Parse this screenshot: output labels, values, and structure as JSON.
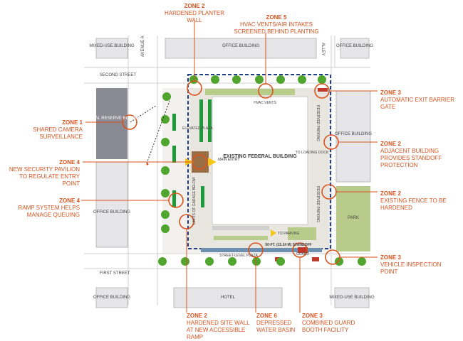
{
  "map": {
    "blocks": {
      "mixed_use_top_left": "MIXED-USE BUILDING",
      "office_top_center": "OFFICE BUILDING",
      "office_top_right": "OFFICE BUILDING",
      "federal_reserve": "FEDERAL RESERVE BUILDING",
      "office_left_lower": "OFFICE BUILDING",
      "office_right": "OFFICE BUILDING",
      "park": "PARK",
      "office_bottom_left": "OFFICE BUILDING",
      "hotel": "HOTEL",
      "mixed_use_bottom_right": "MIXED-USE BUILDING"
    },
    "streets": {
      "second_street": "SECOND STREET",
      "first_street": "FIRST STREET",
      "avenue_a": "AVENUE A",
      "alley": "ALLEY"
    },
    "site": {
      "building": "EXISTING FEDERAL BUILDING",
      "main_entry": "MAIN ENTRY",
      "elevated_plaza": "ELEVATED PLAZA",
      "hvac_vents": "HVAC VENTS",
      "loading_dock": "TO LOADING DOCK",
      "reserved_parking_1": "RESERVED PARKING",
      "reserved_parking_2": "RESERVED PARKING",
      "limits_of_garage": "LIMITS OF GARAGE BELOW",
      "to_parking": "TO PARKING",
      "standoff": "50-FT. (15.24 M) STANDOFF",
      "guard": "GUARD",
      "street_level_plaza": "STREET-LEVEL PLAZA"
    }
  },
  "callouts": [
    {
      "zone": "ZONE 2",
      "desc": "HARDENED PLANTER WALL"
    },
    {
      "zone": "ZONE 5",
      "desc": "HVAC VENTS/AIR INTAKES SCREENED BEHIND PLANTING"
    },
    {
      "zone": "ZONE 3",
      "desc": "AUTOMATIC EXIT BARRIER GATE"
    },
    {
      "zone": "ZONE 1",
      "desc": "SHARED CAMERA SURVEILLANCE"
    },
    {
      "zone": "ZONE 4",
      "desc": "NEW SECURITY PAVILION TO REGULATE ENTRY POINT"
    },
    {
      "zone": "ZONE 4",
      "desc": "RAMP SYSTEM HELPS MANAGE QUEUING"
    },
    {
      "zone": "ZONE 2",
      "desc": "ADJACENT BUILDING PROVIDES STANDOFF PROTECTION"
    },
    {
      "zone": "ZONE 2",
      "desc": "EXISTING FENCE TO BE HARDENED"
    },
    {
      "zone": "ZONE 3",
      "desc": "VEHICLE INSPECTION POINT"
    },
    {
      "zone": "ZONE 2",
      "desc": "HARDENED SITE WALL AT NEW ACCESSIBLE RAMP"
    },
    {
      "zone": "ZONE 6",
      "desc": "DEPRESSED WATER BASIN"
    },
    {
      "zone": "ZONE 3",
      "desc": "COMBINED GUARD BOOTH FACILITY"
    }
  ],
  "colors": {
    "accent": "#d9531e",
    "building": "#e6e6e9",
    "reserve": "#8a8a94",
    "park": "#b7cc8a",
    "green_bar": "#1f9a3a",
    "tree": "#4fa52e",
    "pavilion": "#9a6f45",
    "boundary": "#1f3f8a",
    "barrier": "#c0392b"
  }
}
